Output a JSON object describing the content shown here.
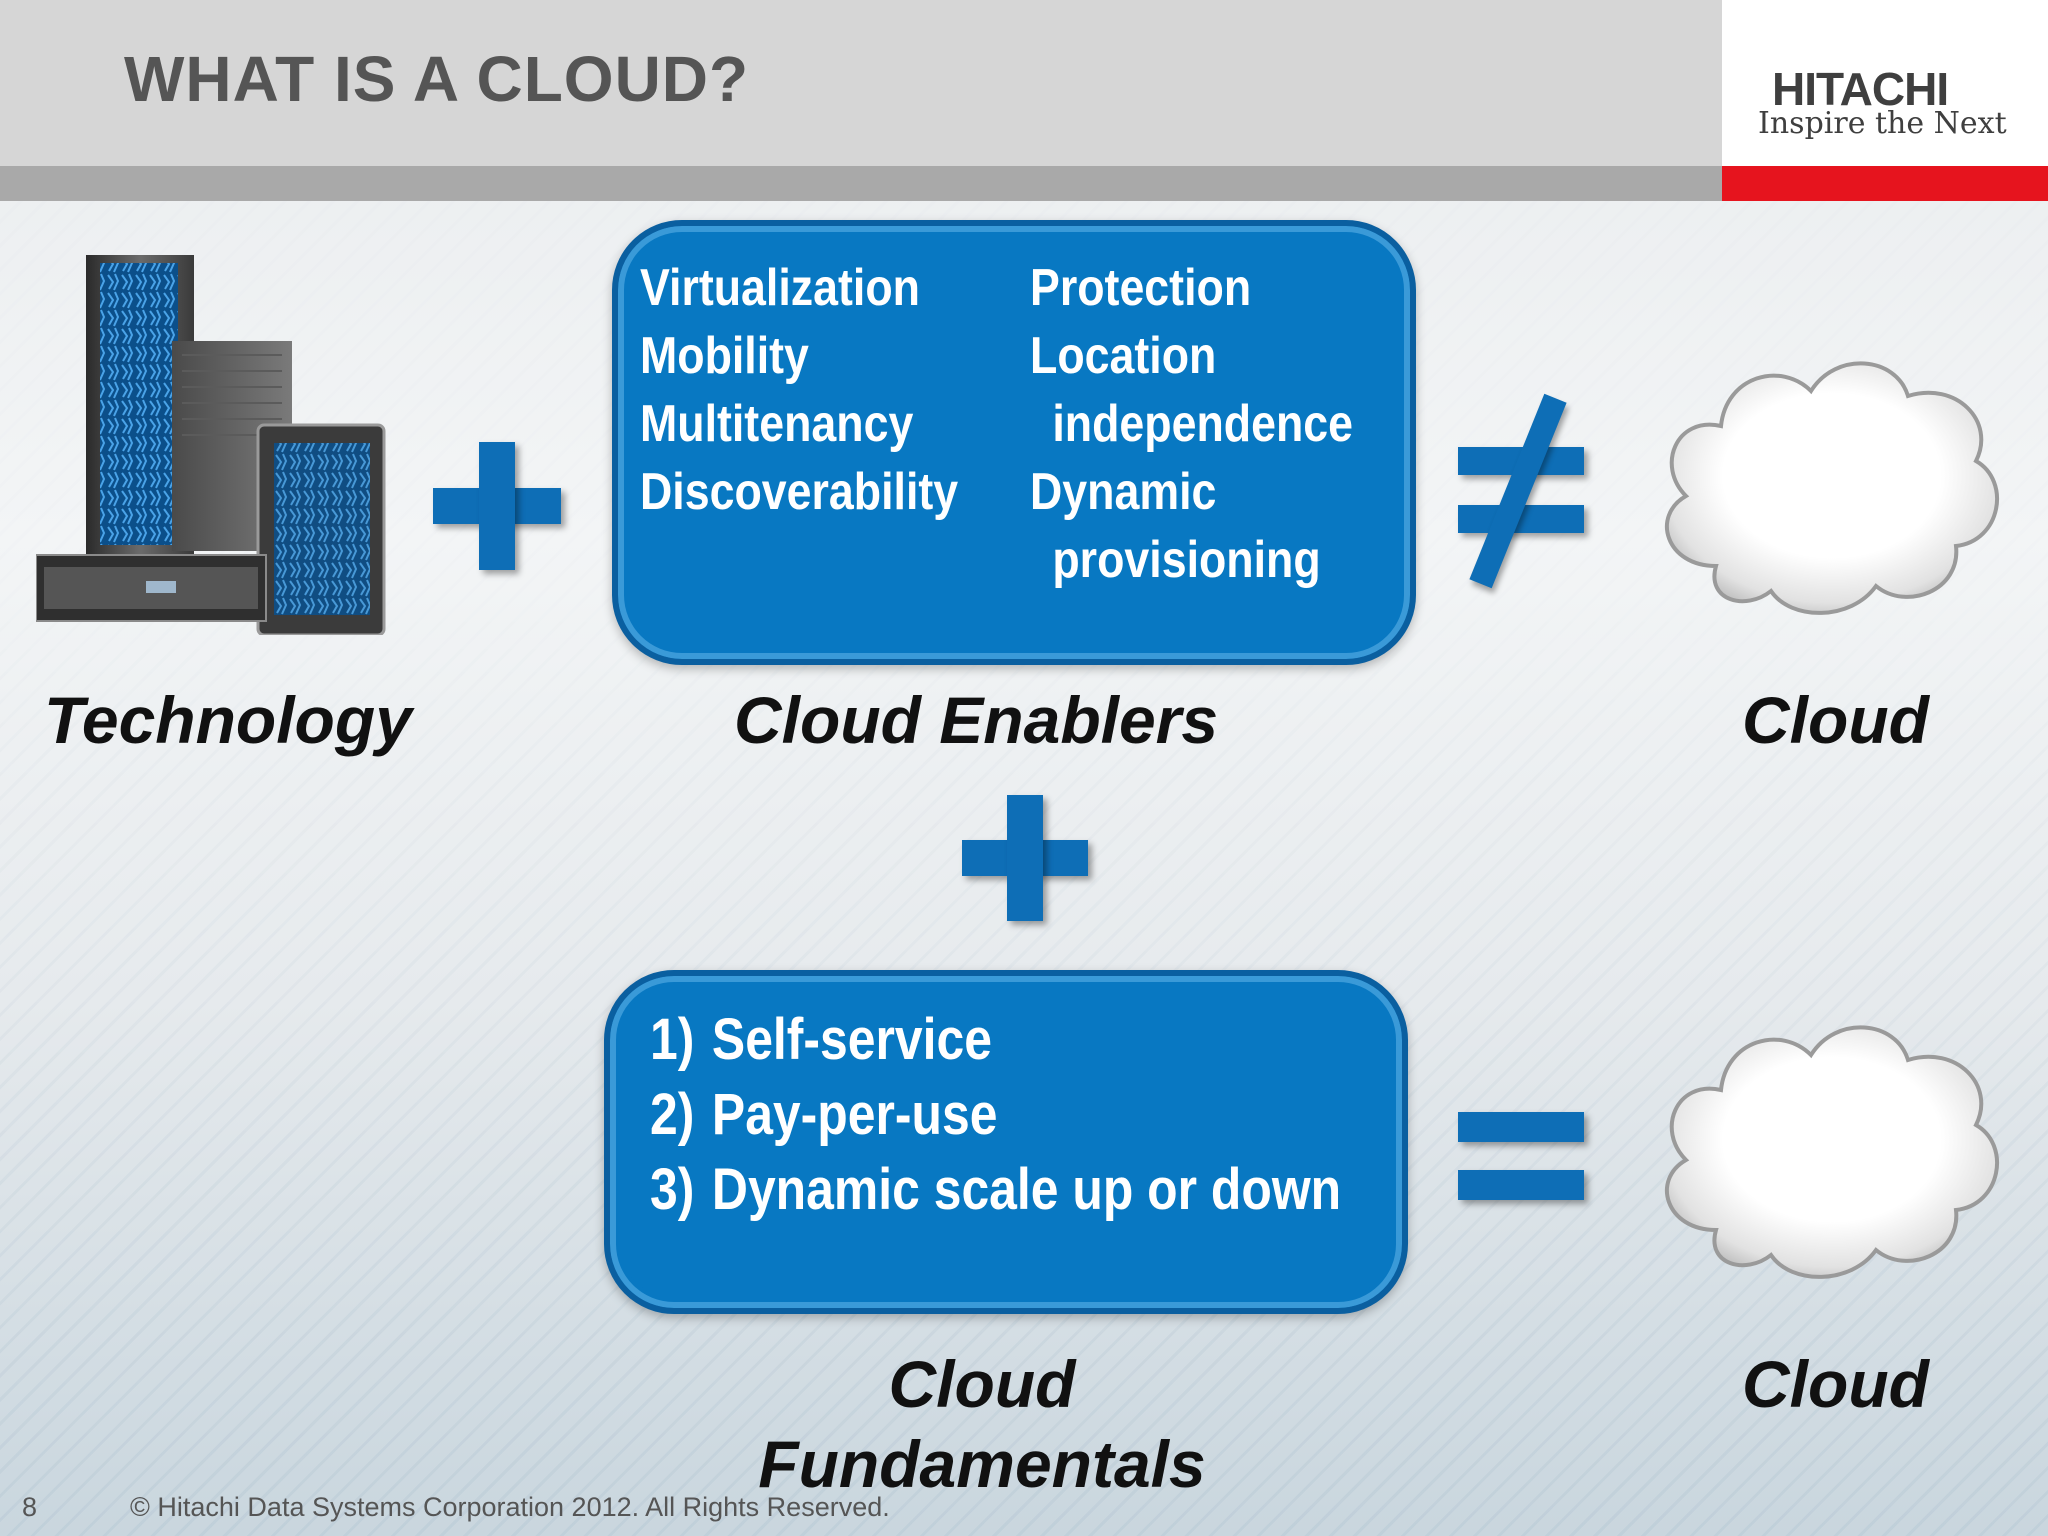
{
  "slide": {
    "title": "WHAT IS A CLOUD?",
    "page_number": "8",
    "copyright": "© Hitachi Data Systems Corporation 2012. All Rights Reserved."
  },
  "logo": {
    "brand": "HITACHI",
    "tagline": "Inspire the Next",
    "colors": {
      "accent_red": "#e6141e",
      "text": "#3f3f3f"
    }
  },
  "enablers": {
    "left_items": [
      "Virtualization",
      "Mobility",
      "Multitenancy",
      "Discoverability"
    ],
    "right_items": [
      "Protection",
      "Location",
      "independence",
      "Dynamic",
      "provisioning"
    ]
  },
  "fundamentals": {
    "items": [
      {
        "num": "1)",
        "text": "Self-service"
      },
      {
        "num": "2)",
        "text": "Pay-per-use"
      },
      {
        "num": "3)",
        "text": "Dynamic scale up or down"
      }
    ]
  },
  "labels": {
    "technology": "Technology",
    "enablers": "Cloud Enablers",
    "cloud_top": "Cloud",
    "fundamentals_line1": "Cloud",
    "fundamentals_line2": "Fundamentals",
    "cloud_bottom": "Cloud"
  },
  "icons": {
    "servers": "server-hardware-icon",
    "plus": "plus-icon",
    "not_equal": "not-equal-icon",
    "equal": "equal-icon",
    "cloud": "cloud-icon"
  },
  "colors": {
    "box_blue": "#0878c2",
    "operator_blue": "#0e6eb6",
    "header_gray": "#d6d6d6"
  }
}
